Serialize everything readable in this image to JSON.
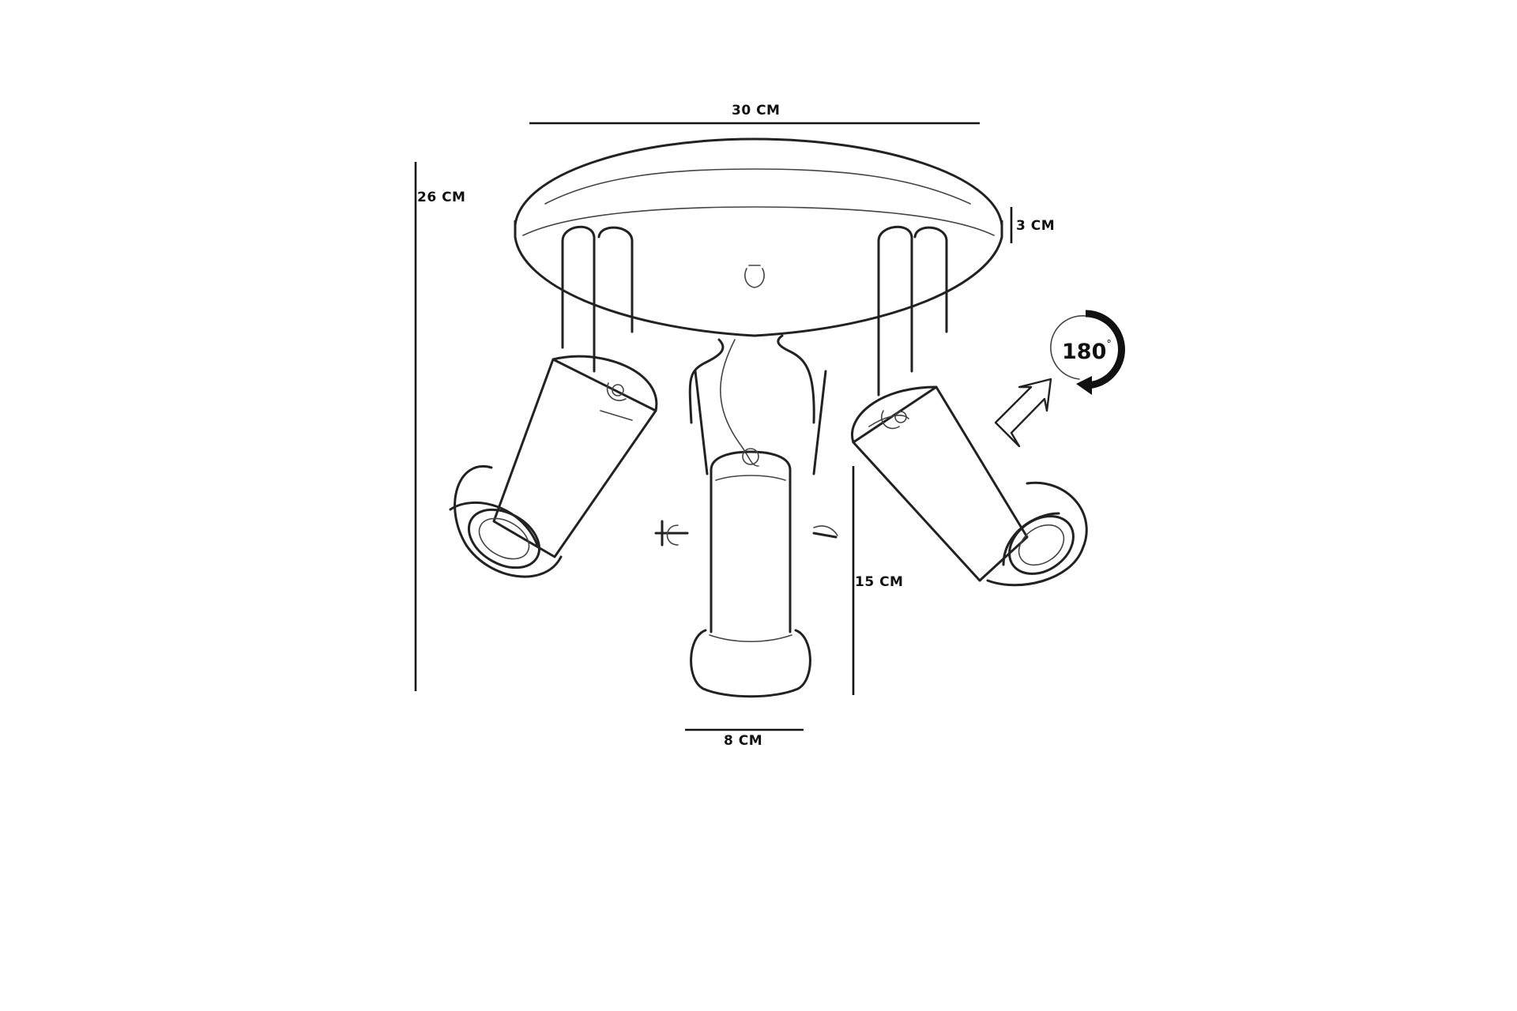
{
  "dimensions": {
    "width": "30 CM",
    "height": "26 CM",
    "base_thickness": "3 CM",
    "spot_length": "15 CM",
    "spot_diameter": "8 CM"
  },
  "rotation": {
    "value": "180",
    "unit_symbol": "°"
  },
  "icons": {
    "rotation": "rotate-arrow-icon",
    "direction": "up-right-arrow-icon"
  },
  "colors": {
    "line": "#222222",
    "background": "#ffffff"
  }
}
